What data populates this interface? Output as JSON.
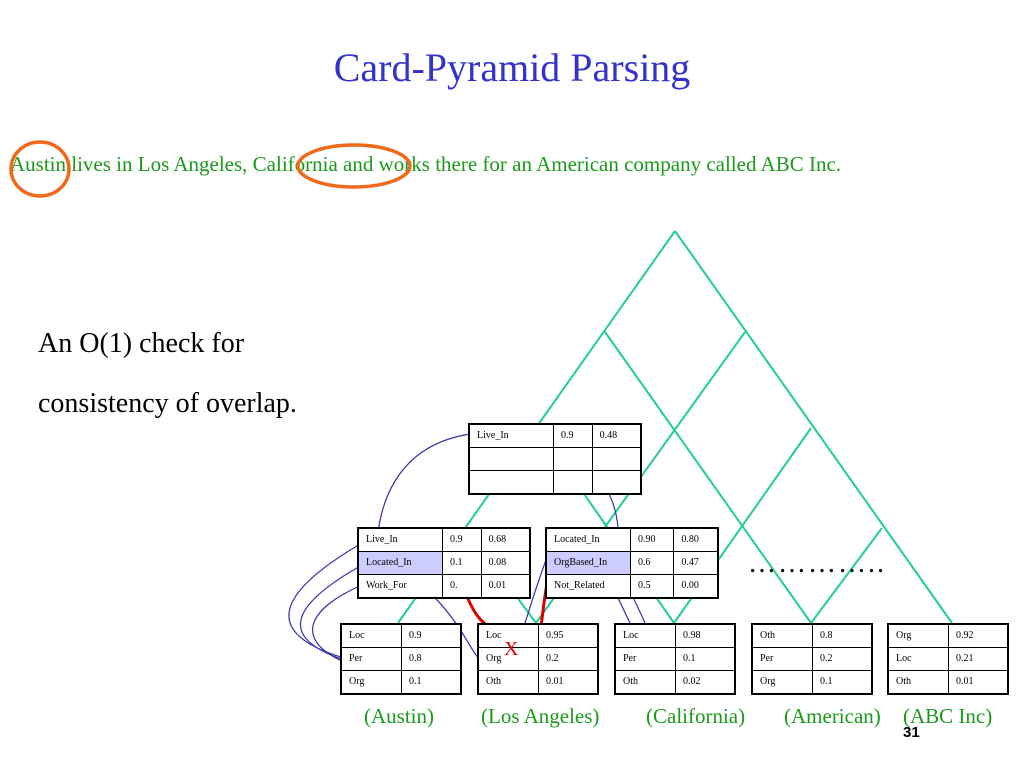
{
  "title": "Card-Pyramid Parsing",
  "sentence": "Austin lives in Los Angeles, California and works there for an American company called ABC Inc.",
  "body_text": [
    "An O(1)  check for",
    "consistency of overlap."
  ],
  "colors": {
    "title": "#3333cc",
    "sentence": "#1a9a1a",
    "pyramid": "#22cc99",
    "circle": "#ee6a1a",
    "link": "#3333aa",
    "red_path": "#dd0000",
    "highlight": "#ccccff"
  },
  "tables": {
    "top": {
      "rows": [
        [
          "Live_In",
          "0.9",
          "0.48"
        ],
        [
          "",
          "",
          ""
        ],
        [
          "",
          "",
          ""
        ]
      ]
    },
    "mid_left": {
      "rows": [
        [
          "Live_In",
          "0.9",
          "0.68"
        ],
        [
          "Located_In",
          "0.1",
          "0.08"
        ],
        [
          "Work_For",
          "0.",
          "0.01"
        ]
      ]
    },
    "mid_right": {
      "rows": [
        [
          "Located_In",
          "0.90",
          "0.80"
        ],
        [
          "OrgBased_In",
          "0.6",
          "0.47"
        ],
        [
          "Not_Related",
          "0.5",
          "0.00"
        ]
      ]
    },
    "leaf_austin": {
      "rows": [
        [
          "Loc",
          "0.9"
        ],
        [
          "Per",
          "0.8"
        ],
        [
          "Org",
          "0.1"
        ]
      ]
    },
    "leaf_la": {
      "rows": [
        [
          "Loc",
          "0.95"
        ],
        [
          "Org",
          "0.2"
        ],
        [
          "Oth",
          "0.01"
        ]
      ]
    },
    "leaf_ca": {
      "rows": [
        [
          "Loc",
          "0.98"
        ],
        [
          "Per",
          "0.1"
        ],
        [
          "Oth",
          "0.02"
        ]
      ]
    },
    "leaf_american": {
      "rows": [
        [
          "Oth",
          "0.8"
        ],
        [
          "Per",
          "0.2"
        ],
        [
          "Org",
          "0.1"
        ]
      ]
    },
    "leaf_abc": {
      "rows": [
        [
          "Org",
          "0.92"
        ],
        [
          "Loc",
          "0.21"
        ],
        [
          "Oth",
          "0.01"
        ]
      ]
    }
  },
  "words": [
    "(Austin)",
    "(Los Angeles)",
    "(California)",
    "(American)",
    "(ABC Inc)"
  ],
  "ellipsis": "…………..",
  "conflict_mark": "X",
  "page_number": "31"
}
